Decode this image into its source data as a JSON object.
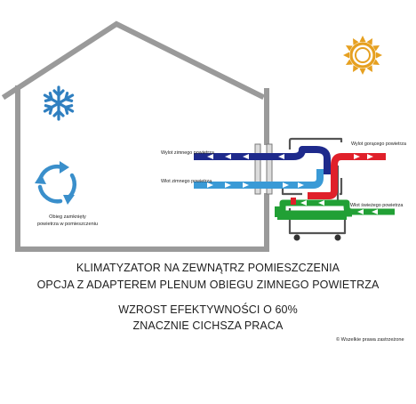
{
  "labels": {
    "cold_out": "Wylot zimnego powietrza",
    "cold_in": "Wlot zimnego powietrza",
    "hot_out": "Wylot gorącego powietrza",
    "warm_in": "Wlot świeżego powietrza",
    "loop_line1": "Obieg zamknięty",
    "loop_line2": "powietrza w pomieszczeniu"
  },
  "caption": {
    "line1": "KLIMATYZATOR NA ZEWNĄTRZ POMIESZCZENIA",
    "line2": "OPCJA Z ADAPTEREM PLENUM OBIEGU ZIMNEGO POWIETRZA",
    "line3": "WZROST EFEKTYWNOŚCI O 60%",
    "line4": "ZNACZNIE CICHSZA PRACA"
  },
  "copyright": "© Wszelkie prawa zastrzeżone",
  "icons": {
    "snowflake": "snowflake-icon",
    "sun": "sun-icon",
    "recycle": "recycle-arrows-icon"
  },
  "colors": {
    "cold_air": "#1e2a8c",
    "cold_in_air": "#3a9ad6",
    "hot_air": "#e0202a",
    "fresh_air": "#21a035",
    "house_outline": "#9a9a9a",
    "snowflake": "#2f7fc0",
    "sun": "#e6a020",
    "recycle": "#3a8fcb"
  }
}
